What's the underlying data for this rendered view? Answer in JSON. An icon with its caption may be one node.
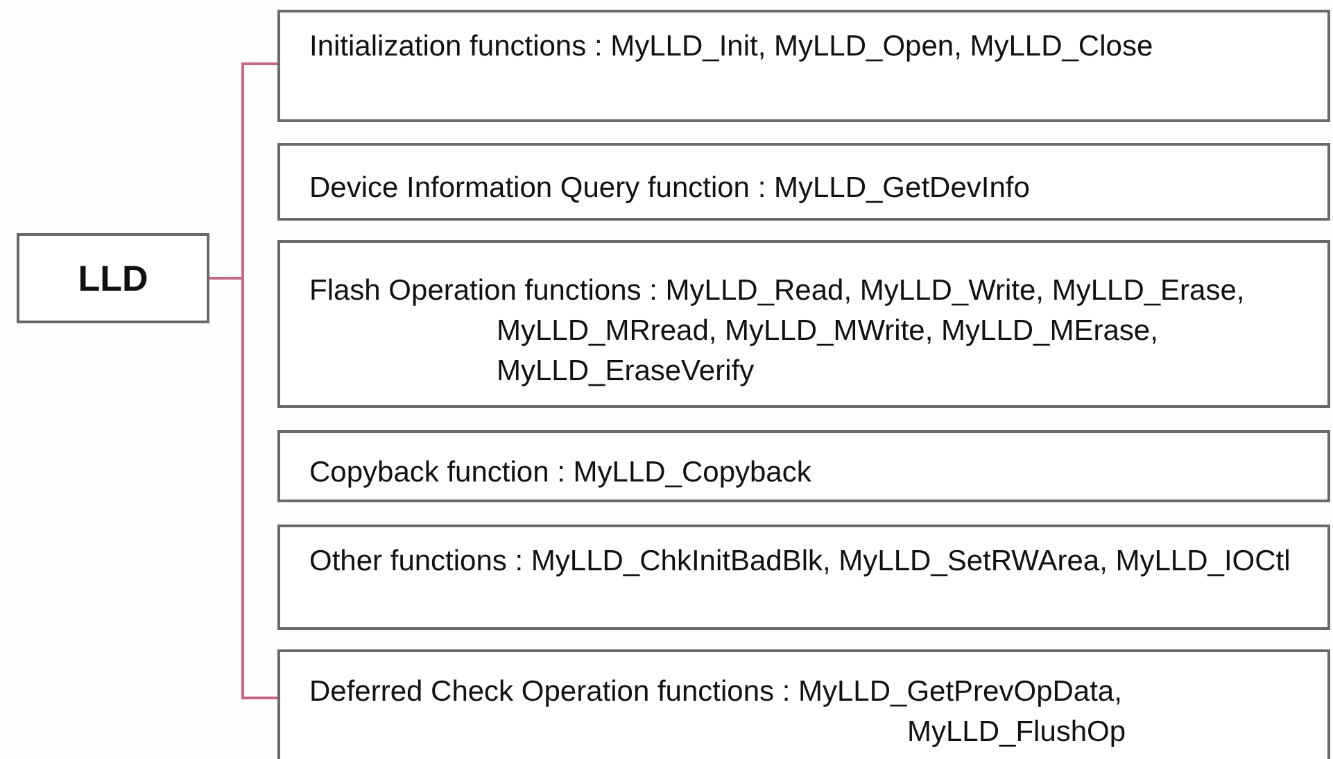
{
  "diagram": {
    "nodes": [
      {
        "text": [
          "LLD"
        ]
      },
      {
        "text": [
          "Initialization functions : MyLLD_Init, MyLLD_Open, MyLLD_Close"
        ]
      },
      {
        "text": [
          "Device Information Query function : MyLLD_GetDevInfo"
        ]
      },
      {
        "text": [
          "Flash Operation functions : MyLLD_Read, MyLLD_Write, MyLLD_Erase, MyLLD_MRread, MyLLD_MWrite, MyLLD_MErase, MyLLD_EraseVerify"
        ]
      },
      {
        "text": [
          "Copyback function : MyLLD_Copyback"
        ]
      },
      {
        "text": [
          "Other functions : MyLLD_ChkInitBadBlk, MyLLD_SetRWArea, MyLLD_IOCtl"
        ]
      },
      {
        "text": [
          "Deferred Check Operation functions : MyLLD_GetPrevOpData, MyLLD_FlushOp"
        ]
      }
    ],
    "edges": [
      {
        "from": 0,
        "to": 1,
        "arrow": "none",
        "color": "#c8668a"
      },
      {
        "from": 0,
        "to": 6,
        "arrow": "none",
        "color": "#c8668a"
      }
    ]
  }
}
